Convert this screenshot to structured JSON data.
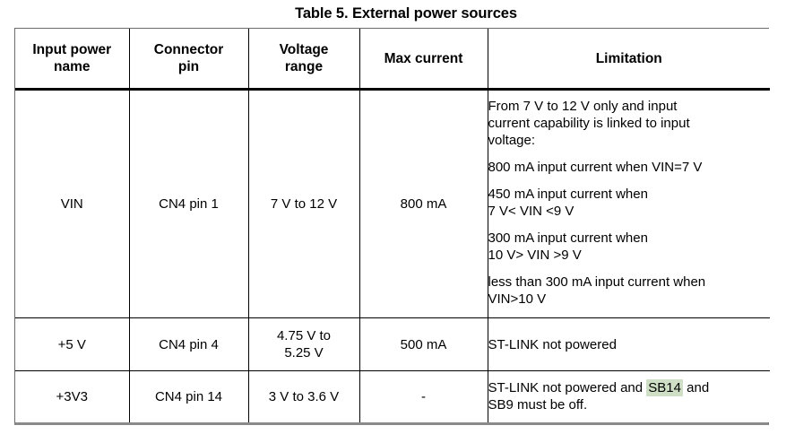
{
  "title": "Table 5. External power sources",
  "table": {
    "headers": [
      {
        "lines": [
          "Input power",
          "name"
        ]
      },
      {
        "lines": [
          "Connector",
          "pin"
        ]
      },
      {
        "lines": [
          "Voltage",
          "range"
        ]
      },
      {
        "lines": [
          "Max current"
        ]
      },
      {
        "lines": [
          "Limitation"
        ]
      }
    ],
    "rows": [
      {
        "input_power_name": [
          "VIN"
        ],
        "connector_pin": [
          "CN4 pin 1"
        ],
        "voltage_range": [
          "7 V to 12 V"
        ],
        "max_current": [
          "800 mA"
        ],
        "limitation_paragraphs": [
          {
            "lines": [
              "From 7 V to 12 V only and input",
              "current capability is linked to input",
              "voltage:"
            ]
          },
          {
            "lines": [
              "800 mA input current when VIN=7 V"
            ]
          },
          {
            "lines": [
              "450 mA input current when",
              "7 V< VIN <9 V"
            ]
          },
          {
            "lines": [
              "300 mA input current when",
              "10 V> VIN >9 V"
            ]
          },
          {
            "lines": [
              "less than 300 mA input current when",
              "VIN>10 V"
            ]
          }
        ]
      },
      {
        "input_power_name": [
          "+5 V"
        ],
        "connector_pin": [
          "CN4 pin 4"
        ],
        "voltage_range": [
          "4.75 V to",
          "5.25 V"
        ],
        "max_current": [
          "500 mA"
        ],
        "limitation_plain": "ST-LINK not powered"
      },
      {
        "input_power_name": [
          "+3V3"
        ],
        "connector_pin": [
          "CN4 pin 14"
        ],
        "voltage_range": [
          "3 V to 3.6 V"
        ],
        "max_current": [
          "-"
        ],
        "limitation_rich": {
          "before": "ST-LINK not powered and ",
          "highlight": "SB14",
          "after_line1": " and",
          "line2": "SB9 must be off."
        }
      }
    ]
  },
  "colors": {
    "highlight": "#cfdfc5",
    "border": "#000000",
    "frame": "#6b6b6b",
    "text": "#000000"
  }
}
